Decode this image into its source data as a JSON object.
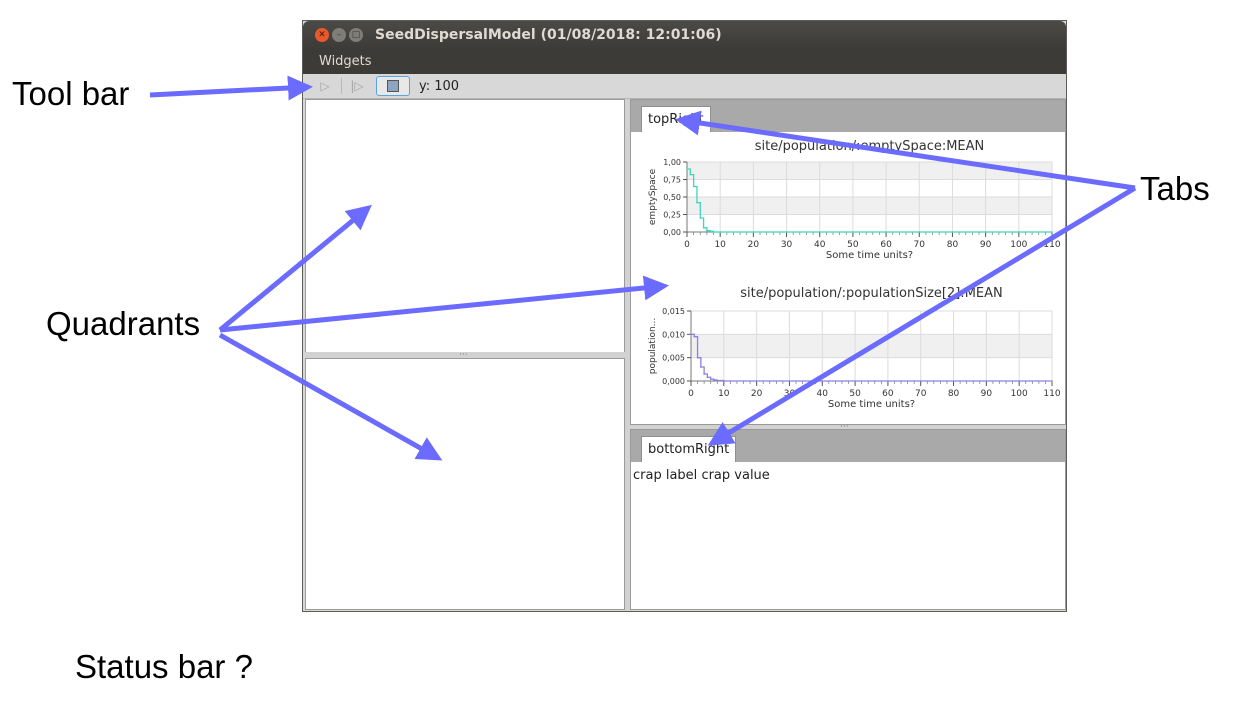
{
  "annotations": {
    "toolbar": "Tool bar",
    "quadrants": "Quadrants",
    "tabs": "Tabs",
    "statusbar": "Status bar ?"
  },
  "window": {
    "title": "SeedDispersalModel (01/08/2018: 12:01:06)",
    "menu": [
      "Widgets"
    ],
    "toolbar": {
      "label": "y: 100"
    }
  },
  "top_right": {
    "tab": "topRight"
  },
  "bottom_right": {
    "tab": "bottomRight",
    "label": "crap label",
    "value": "crap value"
  },
  "chart_data": [
    {
      "type": "line",
      "title": "site/population/:emptySpace:MEAN",
      "xlabel": "Some time units?",
      "ylabel": "emptySpace",
      "xlim": [
        0,
        110
      ],
      "ylim": [
        0,
        1
      ],
      "xticks": [
        0,
        10,
        20,
        30,
        40,
        50,
        60,
        70,
        80,
        90,
        100,
        110
      ],
      "yticks": [
        "0,00",
        "0,25",
        "0,50",
        "0,75",
        "1,00"
      ],
      "ytick_values": [
        0,
        0.25,
        0.5,
        0.75,
        1
      ],
      "grid": true,
      "color": "#3dd6bd",
      "x": [
        0,
        1,
        2,
        3,
        4,
        5,
        6,
        7,
        8,
        9,
        10,
        20,
        30,
        40,
        50,
        60,
        70,
        80,
        90,
        100,
        110
      ],
      "y": [
        0.9,
        0.82,
        0.65,
        0.42,
        0.2,
        0.06,
        0.02,
        0.01,
        0,
        0,
        0,
        0,
        0,
        0,
        0,
        0,
        0,
        0,
        0,
        0,
        0
      ]
    },
    {
      "type": "line",
      "title": "site/population/:populationSize[2]:MEAN",
      "xlabel": "Some time units?",
      "ylabel": "population...",
      "xlim": [
        0,
        110
      ],
      "ylim": [
        0,
        0.015
      ],
      "xticks": [
        0,
        10,
        20,
        30,
        40,
        50,
        60,
        70,
        80,
        90,
        100,
        110
      ],
      "yticks": [
        "0,000",
        "0,005",
        "0,010",
        "0,015"
      ],
      "ytick_values": [
        0,
        0.005,
        0.01,
        0.015
      ],
      "grid": true,
      "color": "#8b80e6",
      "x": [
        0,
        1,
        2,
        3,
        4,
        5,
        6,
        7,
        8,
        10,
        20,
        30,
        40,
        50,
        60,
        70,
        80,
        90,
        100,
        110
      ],
      "y": [
        0.01,
        0.0095,
        0.005,
        0.003,
        0.0015,
        0.0008,
        0.0004,
        0.0002,
        0.0001,
        0,
        0,
        0,
        0,
        0,
        0,
        0,
        0,
        0,
        0,
        0
      ]
    }
  ]
}
